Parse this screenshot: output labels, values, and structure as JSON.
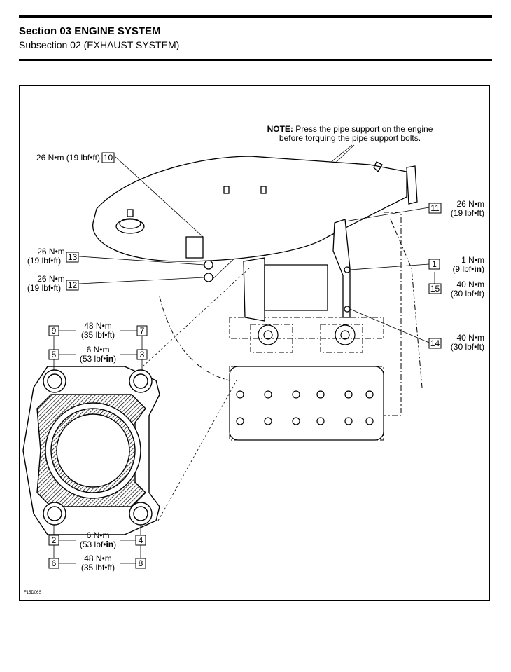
{
  "header": {
    "section": "Section 03 ENGINE SYSTEM",
    "subsection": "Subsection 02 (EXHAUST SYSTEM)"
  },
  "figure": {
    "note_label": "NOTE:",
    "note_line1": " Press the pipe support on the engine",
    "note_line2": "before torquing the pipe support bolts.",
    "figure_code": "F15D06S",
    "callouts": {
      "c10": {
        "num": "10",
        "text": "26 N•m (19 lbf•ft)"
      },
      "c11": {
        "num": "11",
        "line1": "26 N•m",
        "line2": "(19 lbf•ft)"
      },
      "c13": {
        "num": "13",
        "line1": "26 N•m",
        "line2": "(19 lbf•ft)"
      },
      "c12": {
        "num": "12",
        "line1": "26 N•m",
        "line2": "(19 lbf•ft)"
      },
      "c1": {
        "num": "1",
        "line1": "1 N•m",
        "line2_pre": "(9 lbf•",
        "line2_bold": "in",
        "line2_post": ")"
      },
      "c15": {
        "num": "15",
        "line1": "40 N•m",
        "line2": "(30 lbf•ft)"
      },
      "c14": {
        "num": "14",
        "line1": "40 N•m",
        "line2": "(30 lbf•ft)"
      }
    },
    "sequence": {
      "top_a": {
        "left": "9",
        "right": "7",
        "line1": "48 N•m",
        "line2": "(35 lbf•ft)"
      },
      "top_b": {
        "left": "5",
        "right": "3",
        "line1": "6 N•m",
        "line2_pre": "(53 lbf•",
        "line2_bold": "in",
        "line2_post": ")"
      },
      "bot_a": {
        "left": "2",
        "right": "4",
        "line1": "6 N•m",
        "line2_pre": "(53 lbf•",
        "line2_bold": "in",
        "line2_post": ")"
      },
      "bot_b": {
        "left": "6",
        "right": "8",
        "line1": "48 N•m",
        "line2": "(35 lbf•ft)"
      }
    }
  }
}
